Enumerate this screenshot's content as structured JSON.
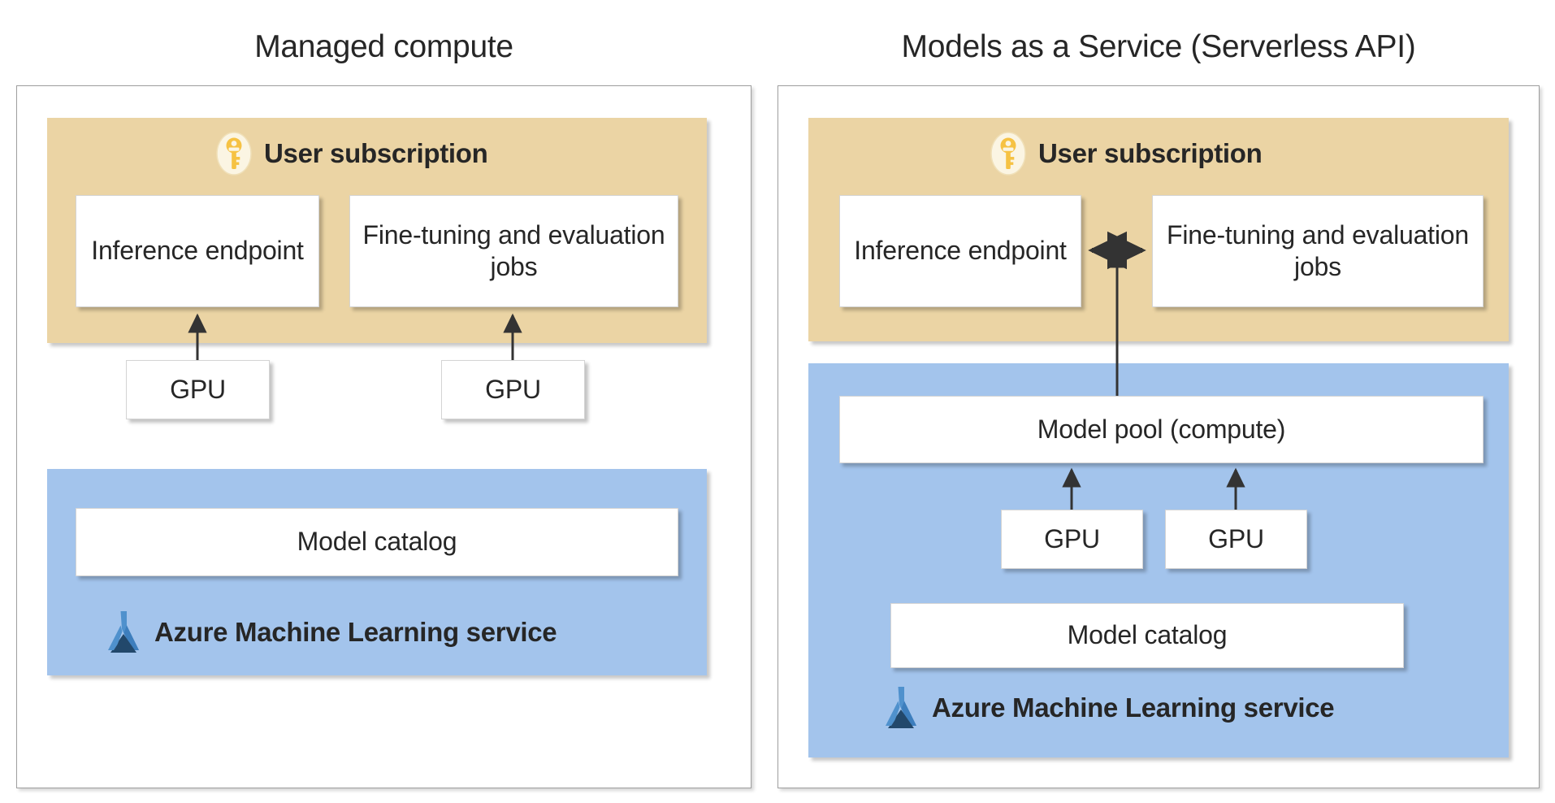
{
  "diagram": {
    "panels": [
      {
        "id": "managed-compute",
        "title": "Managed compute",
        "zones": [
          {
            "id": "user-subscription",
            "label": "User subscription",
            "icon": "key-icon",
            "color": "#ebd4a4",
            "nodes": [
              "Inference endpoint",
              "Fine-tuning and evaluation jobs",
              "GPU",
              "GPU"
            ]
          },
          {
            "id": "azure-machine-learning-service",
            "label": "Azure Machine Learning service",
            "icon": "azure-ml-flask-icon",
            "color": "#a3c4ec",
            "nodes": [
              "Model catalog"
            ]
          }
        ]
      },
      {
        "id": "models-as-a-service",
        "title": "Models as a Service (Serverless API)",
        "zones": [
          {
            "id": "user-subscription",
            "label": "User subscription",
            "icon": "key-icon",
            "color": "#ebd4a4",
            "nodes": [
              "Inference endpoint",
              "Fine-tuning and evaluation jobs"
            ]
          },
          {
            "id": "azure-machine-learning-service",
            "label": "Azure Machine Learning service",
            "icon": "azure-ml-flask-icon",
            "color": "#a3c4ec",
            "nodes": [
              "Model pool (compute)",
              "GPU",
              "GPU",
              "Model catalog"
            ]
          }
        ]
      }
    ],
    "nodes": {
      "inference_endpoint": "Inference endpoint",
      "finetune_eval_jobs": "Fine-tuning and evaluation jobs",
      "gpu": "GPU",
      "model_catalog": "Model catalog",
      "model_pool": "Model pool (compute)"
    },
    "labels": {
      "user_subscription": "User subscription",
      "azure_ml_service": "Azure Machine Learning service"
    },
    "colors": {
      "subscription_zone": "#ebd4a4",
      "aml_zone": "#a3c4ec",
      "node_fill": "#ffffff",
      "text": "#262626",
      "arrow": "#333333",
      "key_gold": "#f2b830",
      "key_bg": "#fbf5e3",
      "flask_light_blue": "#4f91cd",
      "flask_mid_blue": "#3d7ebd",
      "flask_dark_navy": "#22486b",
      "panel_border": "#9e9e9e"
    },
    "arrows": [
      {
        "id": "gpu-to-inference-left",
        "from": "GPU",
        "to": "Inference endpoint",
        "type": "single"
      },
      {
        "id": "gpu-to-finetune-left",
        "from": "GPU",
        "to": "Fine-tuning and evaluation jobs",
        "type": "single"
      },
      {
        "id": "inference-finetune-right",
        "from": "Inference endpoint",
        "to": "Fine-tuning and evaluation jobs",
        "type": "double"
      },
      {
        "id": "pool-to-subscription",
        "from": "Model pool (compute)",
        "to": "User subscription",
        "type": "single"
      },
      {
        "id": "gpu1-to-pool-right",
        "from": "GPU",
        "to": "Model pool (compute)",
        "type": "single"
      },
      {
        "id": "gpu2-to-pool-right",
        "from": "GPU",
        "to": "Model pool (compute)",
        "type": "single"
      }
    ]
  }
}
